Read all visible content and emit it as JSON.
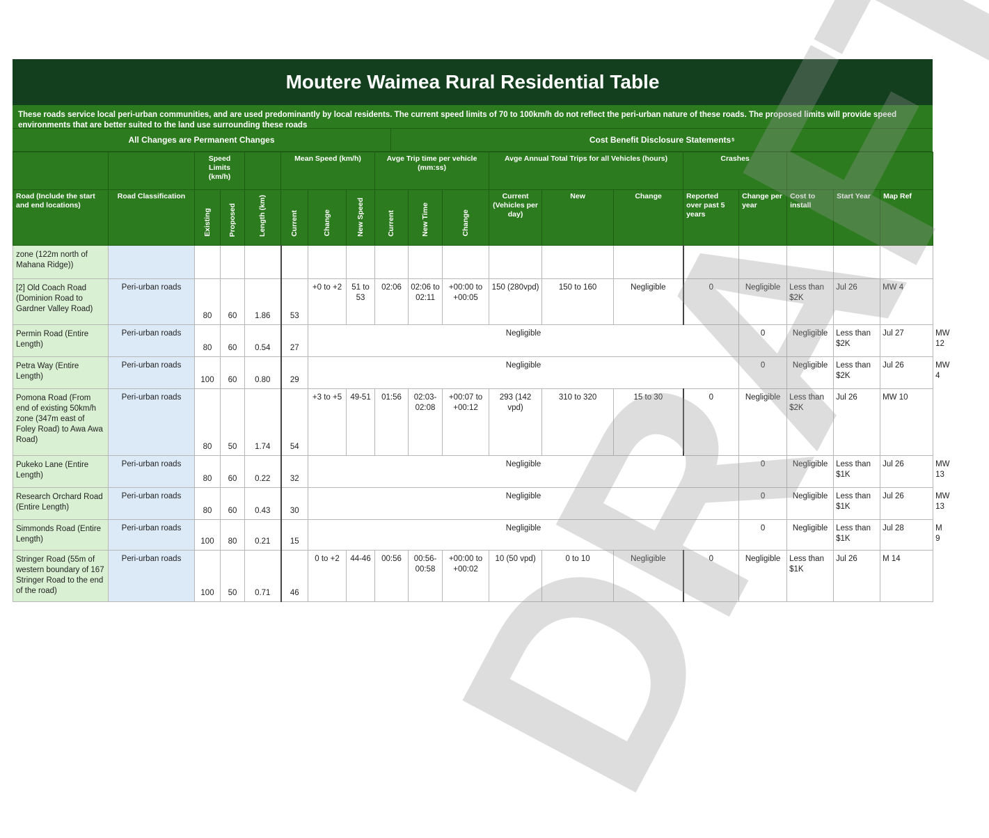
{
  "title": "Moutere Waimea Rural Residential Table",
  "description": "These roads service local peri-urban communities, and are used predominantly by local residents.  The current speed limits of 70 to 100km/h do not reflect the peri-urban nature of these roads.  The proposed limits will provide speed environments that are better suited to the land use surrounding these roads",
  "bands": {
    "left": "All Changes are Permanent Changes",
    "right": "Cost Benefit Disclosure Statements",
    "right_sup": "5"
  },
  "groups": {
    "speed_limits": "Speed Limits (km/h)",
    "mean_speed": "Mean Speed (km/h)",
    "trip_time": "Avge Trip time per vehicle (mm:ss)",
    "annual_trips": "Avge Annual Total Trips for all Vehicles (hours)",
    "crashes": "Crashes"
  },
  "columns": {
    "road": "Road (Include the start and end locations)",
    "classification": "Road Classification",
    "existing": "Existing",
    "proposed": "Proposed",
    "length": "Length (km)",
    "ms_current": "Current",
    "ms_change": "Change",
    "ms_new": "New Speed",
    "tt_current": "Current",
    "tt_new": "New Time",
    "tt_change": "Change",
    "at_current": "Current (Vehicles per day)",
    "at_new": "New",
    "at_change": "Change",
    "cr_reported": "Reported over past 5 years",
    "cr_change": "Change per year",
    "cost": "Cost to install",
    "start": "Start Year",
    "map": "Map Ref"
  },
  "watermark": "DRAFT",
  "rows": [
    {
      "road": "zone (122m north of Mahana Ridge))",
      "cls": "",
      "existing": "",
      "proposed": "",
      "length": "",
      "ms_current": "",
      "ms_change": "",
      "ms_new": "",
      "tt_current": "",
      "tt_new": "",
      "tt_change": "",
      "at_current": "",
      "at_new": "",
      "at_change": "",
      "cr_reported": "",
      "cr_change": "",
      "cost": "",
      "start": "",
      "map": "",
      "merged": false
    },
    {
      "road": "[2] Old Coach Road (Dominion Road to Gardner Valley Road)",
      "cls": "Peri-urban roads",
      "existing": "80",
      "proposed": "60",
      "length": "1.86",
      "ms_current": "53",
      "ms_change": "+0 to +2",
      "ms_new": "51 to 53",
      "tt_current": "02:06",
      "tt_new": "02:06 to 02:11",
      "tt_change": "+00:00 to +00:05",
      "at_current": "150 (280vpd)",
      "at_new": "150 to 160",
      "at_change": "Negligible",
      "cr_reported": "0",
      "cr_change": "Negligible",
      "cost": "Less than $2K",
      "start": "Jul 26",
      "map": "MW 4",
      "merged": false
    },
    {
      "road": "Permin Road (Entire Length)",
      "cls": "Peri-urban roads",
      "existing": "80",
      "proposed": "60",
      "length": "0.54",
      "ms_current": "27",
      "merged_text": "Negligible",
      "cr_reported": "0",
      "cr_change": "Negligible",
      "cost": "Less than $2K",
      "start": "Jul 27",
      "map": "MW 12",
      "merged": true
    },
    {
      "road": "Petra Way (Entire Length)",
      "cls": "Peri-urban roads",
      "existing": "100",
      "proposed": "60",
      "length": "0.80",
      "ms_current": "29",
      "merged_text": "Negligible",
      "cr_reported": "0",
      "cr_change": "Negligible",
      "cost": "Less than $2K",
      "start": "Jul 26",
      "map": "MW 4",
      "merged": true
    },
    {
      "road": "Pomona Road (From end of existing 50km/h zone (347m east of Foley Road) to Awa Awa Road)",
      "cls": "Peri-urban roads",
      "existing": "80",
      "proposed": "50",
      "length": "1.74",
      "ms_current": "54",
      "ms_change": "+3 to +5",
      "ms_new": "49-51",
      "tt_current": "01:56",
      "tt_new": "02:03-02:08",
      "tt_change": "+00:07 to +00:12",
      "at_current": "293 (142 vpd)",
      "at_new": "310 to 320",
      "at_change": "15 to 30",
      "cr_reported": "0",
      "cr_change": "Negligible",
      "cost": "Less than $2K",
      "start": "Jul 26",
      "map": "MW 10",
      "merged": false
    },
    {
      "road": "Pukeko Lane (Entire Length)",
      "cls": "Peri-urban roads",
      "existing": "80",
      "proposed": "60",
      "length": "0.22",
      "ms_current": "32",
      "merged_text": "Negligible",
      "cr_reported": "0",
      "cr_change": "Negligible",
      "cost": "Less than $1K",
      "start": "Jul 26",
      "map": "MW 13",
      "merged": true
    },
    {
      "road": "Research Orchard Road (Entire Length)",
      "cls": "Peri-urban roads",
      "existing": "80",
      "proposed": "60",
      "length": "0.43",
      "ms_current": "30",
      "merged_text": "Negligible",
      "cr_reported": "0",
      "cr_change": "Negligible",
      "cost": "Less than $1K",
      "start": "Jul 26",
      "map": "MW 13",
      "merged": true
    },
    {
      "road": "Simmonds Road (Entire Length)",
      "cls": "Peri-urban roads",
      "existing": "100",
      "proposed": "80",
      "length": "0.21",
      "ms_current": "15",
      "merged_text": "Negligible",
      "cr_reported": "0",
      "cr_change": "Negligible",
      "cost": "Less than $1K",
      "start": "Jul 28",
      "map": "M 9",
      "merged": true
    },
    {
      "road": "Stringer Road (55m of western boundary of 167 Stringer Road to the end of the road)",
      "cls": "Peri-urban roads",
      "existing": "100",
      "proposed": "50",
      "length": "0.71",
      "ms_current": "46",
      "ms_change": "0 to +2",
      "ms_new": "44-46",
      "tt_current": "00:56",
      "tt_new": "00:56-00:58",
      "tt_change": "+00:00 to +00:02",
      "at_current": "10 (50 vpd)",
      "at_new": "0 to 10",
      "at_change": "Negligible",
      "cr_reported": "0",
      "cr_change": "Negligible",
      "cost": "Less than $1K",
      "start": "Jul 26",
      "map": "M 14",
      "merged": false
    }
  ]
}
